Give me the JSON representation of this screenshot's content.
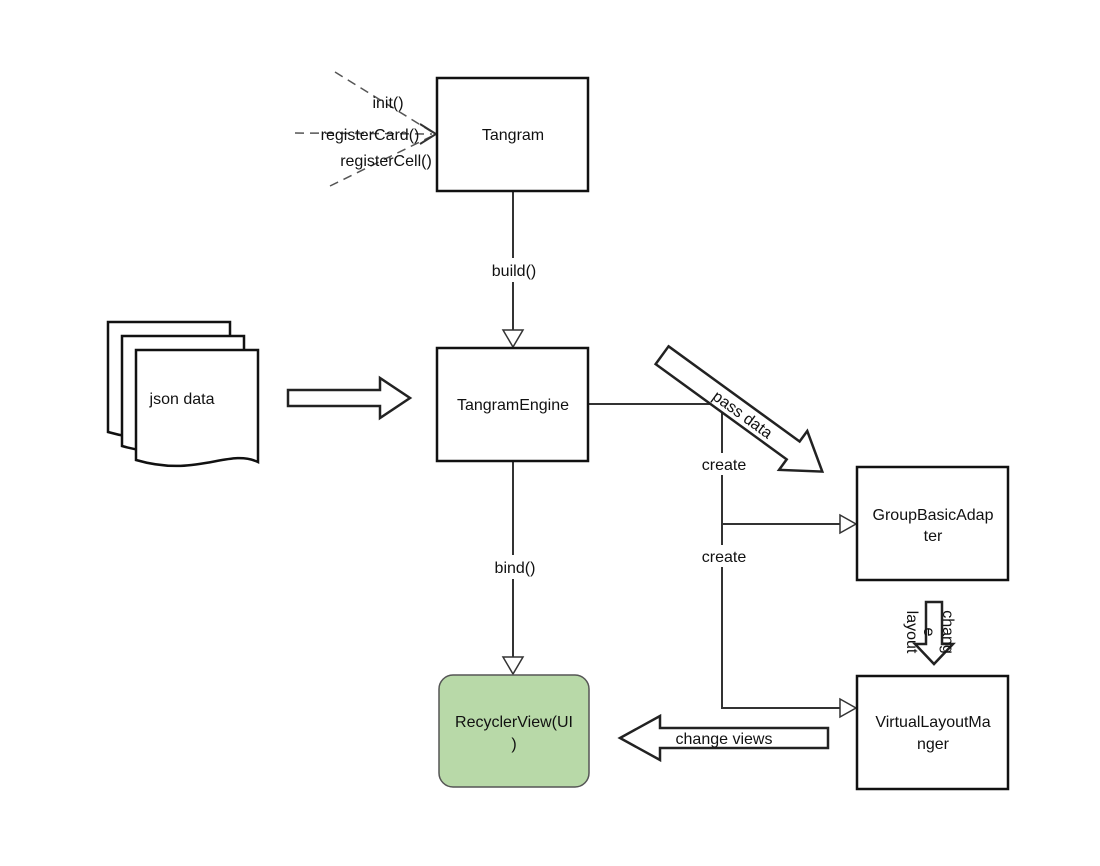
{
  "nodes": {
    "tangram": "Tangram",
    "engine": "TangramEngine",
    "json": "json data",
    "adapter_line1": "GroupBasicAdap",
    "adapter_line2": "ter",
    "layout_line1": "VirtualLayoutMa",
    "layout_line2": "nger",
    "recycler_line1": "RecyclerView(UI",
    "recycler_line2": ")"
  },
  "edges": {
    "init": "init()",
    "register_card": "registerCard()",
    "register_cell": "registerCell()",
    "build": "build()",
    "bind": "bind()",
    "pass_data": "pass data",
    "create_1": "create",
    "create_2": "create",
    "change_views": "change views",
    "change_layout_line1": "chang",
    "change_layout_line2": "e",
    "change_layout_line3": "layout"
  },
  "colors": {
    "recycler_fill": "#b8d9a8",
    "stroke": "#111111"
  }
}
